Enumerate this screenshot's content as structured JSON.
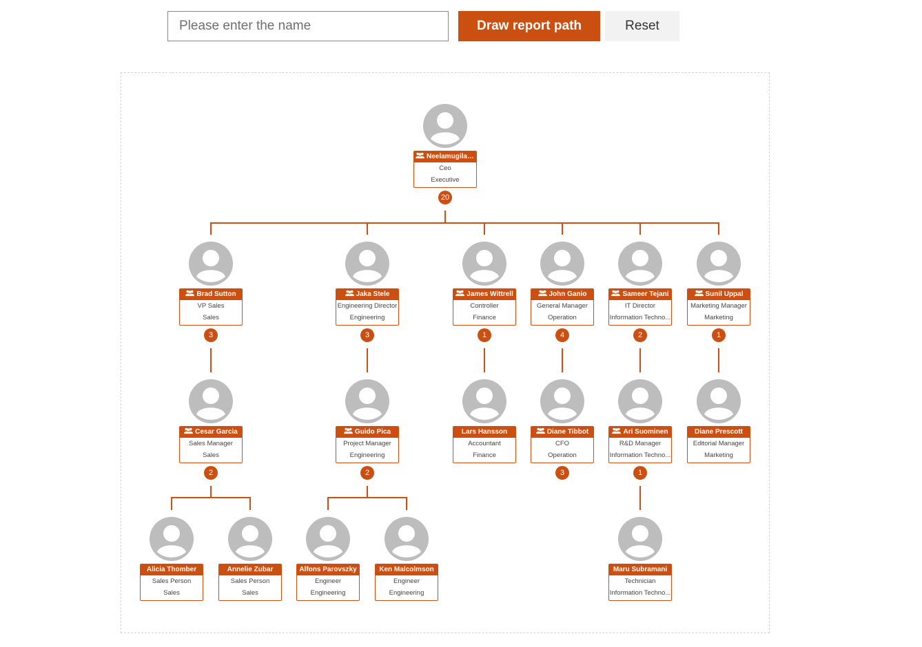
{
  "search": {
    "placeholder": "Please enter the name"
  },
  "buttons": {
    "draw_label": "Draw report path",
    "reset_label": "Reset"
  },
  "colors": {
    "accent": "#cb4f10",
    "avatar": "#bdbdbd",
    "frame": "#d4d4d4"
  },
  "icons": {
    "avatar": "person-avatar-icon",
    "group": "group-icon"
  },
  "org": {
    "ceo": {
      "name": "Neelamugilan...",
      "title": "Ceo",
      "department": "Executive",
      "reports": "20"
    },
    "brad": {
      "name": "Brad Sutton",
      "title": "VP Sales",
      "department": "Sales",
      "reports": "3"
    },
    "jaka": {
      "name": "Jaka Stele",
      "title": "Engineering Director",
      "department": "Engineering",
      "reports": "3"
    },
    "james": {
      "name": "James Wittrell",
      "title": "Controller",
      "department": "Finance",
      "reports": "1"
    },
    "john": {
      "name": "John Ganio",
      "title": "General Manager",
      "department": "Operation",
      "reports": "4"
    },
    "sameer": {
      "name": "Sameer Tejani",
      "title": "IT Director",
      "department": "Information Techno...",
      "reports": "2"
    },
    "sunil": {
      "name": "Sunil Uppal",
      "title": "Marketing Manager",
      "department": "Marketing",
      "reports": "1"
    },
    "cesar": {
      "name": "Cesar Garcia",
      "title": "Sales Manager",
      "department": "Sales",
      "reports": "2"
    },
    "guido": {
      "name": "Guido Pica",
      "title": "Project Manager",
      "department": "Engineering",
      "reports": "2"
    },
    "lars": {
      "name": "Lars Hansson",
      "title": "Accountant",
      "department": "Finance"
    },
    "diane_t": {
      "name": "Diane Tibbot",
      "title": "CFO",
      "department": "Operation",
      "reports": "3"
    },
    "ari": {
      "name": "Ari Suominen",
      "title": "R&D Manager",
      "department": "Information Techno...",
      "reports": "1"
    },
    "diane_p": {
      "name": "Diane Prescott",
      "title": "Editorial Manager",
      "department": "Marketing"
    },
    "alicia": {
      "name": "Alicia Thomber",
      "title": "Sales Person",
      "department": "Sales"
    },
    "annelie": {
      "name": "Annelie Zubar",
      "title": "Sales Person",
      "department": "Sales"
    },
    "alfons": {
      "name": "Alfons Parovszky",
      "title": "Engineer",
      "department": "Engineering"
    },
    "ken": {
      "name": "Ken Malcolmson",
      "title": "Engineer",
      "department": "Engineering"
    },
    "maru": {
      "name": "Maru Subramani",
      "title": "Technician",
      "department": "Information Techno..."
    }
  }
}
